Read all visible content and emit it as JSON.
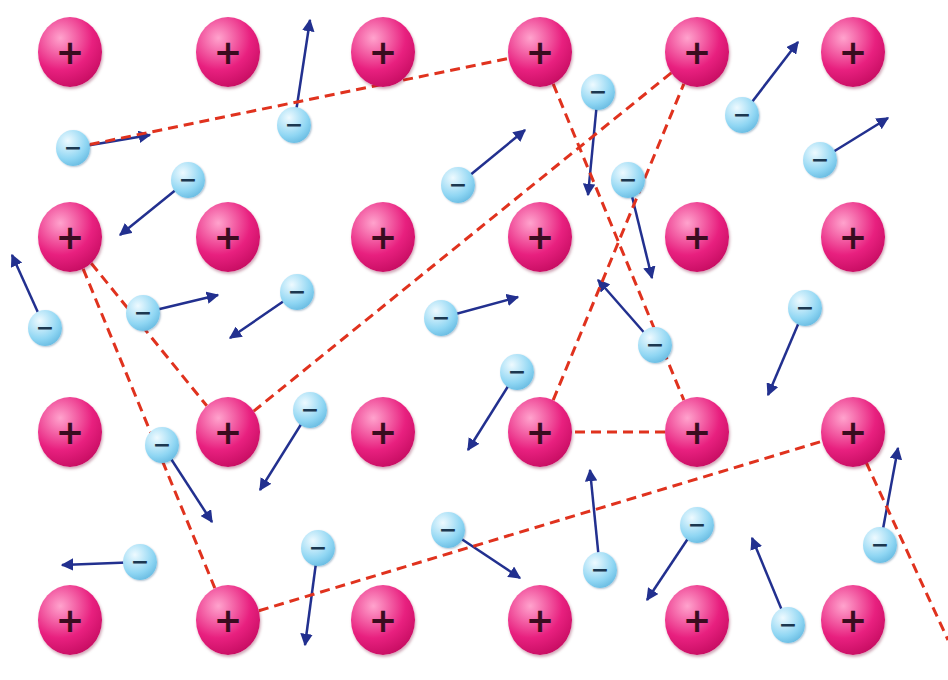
{
  "diagram": {
    "nodes": [
      {
        "text": [
          "+"
        ]
      },
      {
        "text": [
          "+"
        ]
      },
      {
        "text": [
          "+"
        ]
      },
      {
        "text": [
          "+"
        ]
      },
      {
        "text": [
          "+"
        ]
      },
      {
        "text": [
          "+"
        ]
      },
      {
        "text": [
          "−"
        ]
      },
      {
        "text": [
          "−"
        ]
      },
      {
        "text": [
          "−"
        ]
      },
      {
        "text": [
          "−"
        ]
      },
      {
        "text": [
          "−"
        ]
      },
      {
        "text": [
          "−"
        ]
      },
      {
        "text": [
          "−"
        ]
      },
      {
        "text": [
          "−"
        ]
      },
      {
        "text": [
          "+"
        ]
      },
      {
        "text": [
          "+"
        ]
      },
      {
        "text": [
          "+"
        ]
      },
      {
        "text": [
          "+"
        ]
      },
      {
        "text": [
          "+"
        ]
      },
      {
        "text": [
          "+"
        ]
      },
      {
        "text": [
          "−"
        ]
      },
      {
        "text": [
          "−"
        ]
      },
      {
        "text": [
          "−"
        ]
      },
      {
        "text": [
          "−"
        ]
      },
      {
        "text": [
          "−"
        ]
      },
      {
        "text": [
          "−"
        ]
      },
      {
        "text": [
          "−"
        ]
      },
      {
        "text": [
          "−"
        ]
      },
      {
        "text": [
          "+"
        ]
      },
      {
        "text": [
          "+"
        ]
      },
      {
        "text": [
          "+"
        ]
      },
      {
        "text": [
          "+"
        ]
      },
      {
        "text": [
          "+"
        ]
      },
      {
        "text": [
          "+"
        ]
      },
      {
        "text": [
          "−"
        ]
      },
      {
        "text": [
          "−"
        ]
      },
      {
        "text": [
          "−"
        ]
      },
      {
        "text": [
          "−"
        ]
      },
      {
        "text": [
          "−"
        ]
      },
      {
        "text": [
          "−"
        ]
      },
      {
        "text": [
          "−"
        ]
      },
      {
        "text": [
          "−"
        ]
      },
      {
        "text": [
          "+"
        ]
      },
      {
        "text": [
          "+"
        ]
      },
      {
        "text": [
          "+"
        ]
      },
      {
        "text": [
          "+"
        ]
      },
      {
        "text": [
          "+"
        ]
      },
      {
        "text": [
          "+"
        ]
      }
    ],
    "edges": [
      {
        "from": 9,
        "to": 3,
        "arrow": "none"
      },
      {
        "from": 3,
        "to": 32,
        "arrow": "none"
      },
      {
        "from": 32,
        "to": 31,
        "arrow": "none"
      },
      {
        "from": 31,
        "to": 4,
        "arrow": "none"
      },
      {
        "from": 4,
        "to": 29,
        "arrow": "none"
      },
      {
        "from": 14,
        "to": 29,
        "arrow": "none"
      },
      {
        "from": 14,
        "to": 43,
        "arrow": "none"
      },
      {
        "from": 43,
        "to": 33,
        "arrow": "none"
      }
    ]
  }
}
